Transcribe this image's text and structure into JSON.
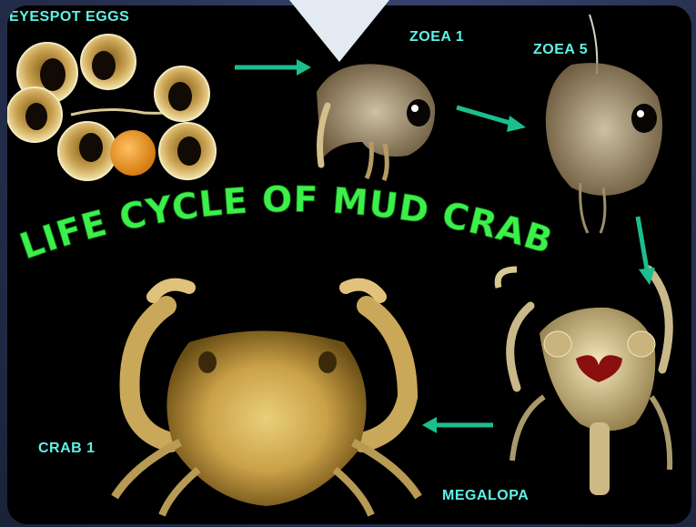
{
  "title": "LIFE CYCLE OF MUD CRAB",
  "stages": {
    "eyespot_eggs": "EYESPOT EGGS",
    "zoea1": "ZOEA 1",
    "zoea5": "ZOEA 5",
    "megalopa": "MEGALOPA",
    "crab1": "CRAB 1"
  },
  "colors": {
    "label": "#5ff2e6",
    "title": "#3cf04a",
    "arrow": "#1bbf8f",
    "background": "#000000"
  }
}
